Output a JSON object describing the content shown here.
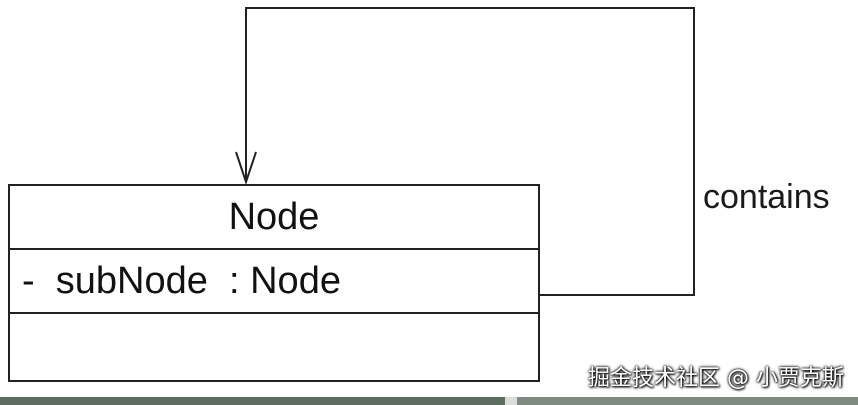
{
  "class": {
    "name": "Node",
    "attribute": "-  subNode  : Node"
  },
  "association": {
    "label": "contains"
  },
  "watermark": "掘金技术社区 @ 小贾克斯"
}
